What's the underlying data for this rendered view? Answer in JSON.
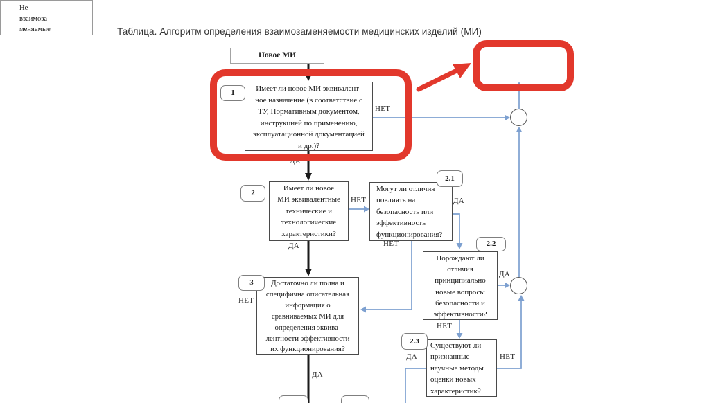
{
  "title": "Таблица. Алгоритм определения взаимозаменяемости медицинских изделий (МИ)",
  "labels": {
    "yes": "ДА",
    "no": "НЕТ"
  },
  "nodes": {
    "start": {
      "label": "Новое МИ"
    },
    "q1": {
      "badge": "1",
      "lines": [
        "Имеет ли новое МИ эквивалент-",
        "ное назначение  (в соответствие с",
        "ТУ, Нормативным документом,",
        "инструкцией по применению,",
        "эксплуатационной документацией",
        "и др.)?"
      ]
    },
    "q2": {
      "badge": "2",
      "lines": [
        "Имеет ли новое",
        "МИ эквивалентные",
        "технические и",
        "технологические",
        "характеристики?"
      ]
    },
    "q2_1": {
      "badge": "2.1",
      "lines": [
        "Могут ли отличия",
        "повлиять на",
        "безопасность или",
        "эффективность",
        "функционирования?"
      ]
    },
    "q2_2": {
      "badge": "2.2",
      "lines": [
        "Порождают ли",
        "отличия",
        "принципиально",
        "новые вопросы",
        "безопасности и",
        "эффективности?"
      ]
    },
    "q2_3": {
      "badge": "2.3",
      "lines": [
        "Существуют ли",
        "признанные",
        "научные методы",
        "оценки новых",
        "характеристик?"
      ]
    },
    "q3": {
      "badge": "3",
      "lines": [
        "Достаточно ли полна и",
        "специфична описательная",
        "информация о",
        "сравниваемых МИ для",
        "определения эквива-",
        "лентности эффективности",
        "их функционирования?"
      ]
    },
    "outcome": {
      "lines": [
        "Не",
        "взаимоза-",
        "меняемые"
      ]
    }
  },
  "colors": {
    "connector_blue": "#7da0d0",
    "highlight_red": "#e2382c",
    "trunk_black": "#1a1a1a"
  }
}
